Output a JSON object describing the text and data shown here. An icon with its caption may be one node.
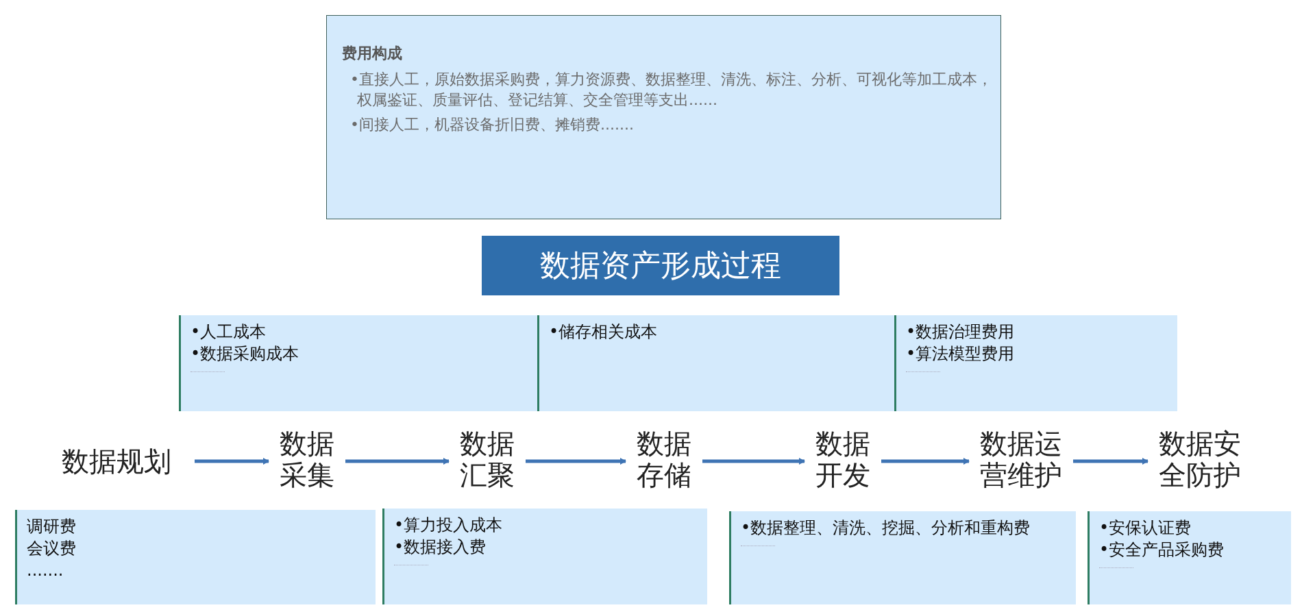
{
  "diagram": {
    "title": "数据资产形成过程",
    "nodes": [
      {
        "text": [
          "费用构成",
          "•直接人工，原始数据采购费，算力资源费、数据整理、清洗、标注、分析、可视化等加工成本，权属鉴证、质量评估、登记结算、交全管理等支出......",
          "•间接人工，机器设备折旧费、摊销费......."
        ]
      },
      {
        "text": [
          "•人工成本",
          "•数据采购成本"
        ]
      },
      {
        "text": [
          "•储存相关成本"
        ]
      },
      {
        "text": [
          "•数据治理费用",
          "•算法模型费用"
        ]
      },
      {
        "text": [
          "数据规划"
        ]
      },
      {
        "text": [
          "数据采集"
        ]
      },
      {
        "text": [
          "数据汇聚"
        ]
      },
      {
        "text": [
          "数据存储"
        ]
      },
      {
        "text": [
          "数据开发"
        ]
      },
      {
        "text": [
          "数据运营维护"
        ]
      },
      {
        "text": [
          "数据安全防护"
        ]
      },
      {
        "text": [
          "调研费",
          "会议费",
          "......."
        ]
      },
      {
        "text": [
          "•算力投入成本",
          "•数据接入费"
        ]
      },
      {
        "text": [
          "•数据整理、清洗、挖掘、分析和重构费"
        ]
      },
      {
        "text": [
          "•安保认证费",
          "•安全产品采购费"
        ]
      }
    ],
    "edges": [
      {
        "from": 4,
        "to": 5,
        "arrow": "to"
      },
      {
        "from": 5,
        "to": 6,
        "arrow": "to"
      },
      {
        "from": 6,
        "to": 7,
        "arrow": "to"
      },
      {
        "from": 7,
        "to": 8,
        "arrow": "to"
      },
      {
        "from": 8,
        "to": 9,
        "arrow": "to"
      },
      {
        "from": 9,
        "to": 10,
        "arrow": "to"
      }
    ]
  }
}
